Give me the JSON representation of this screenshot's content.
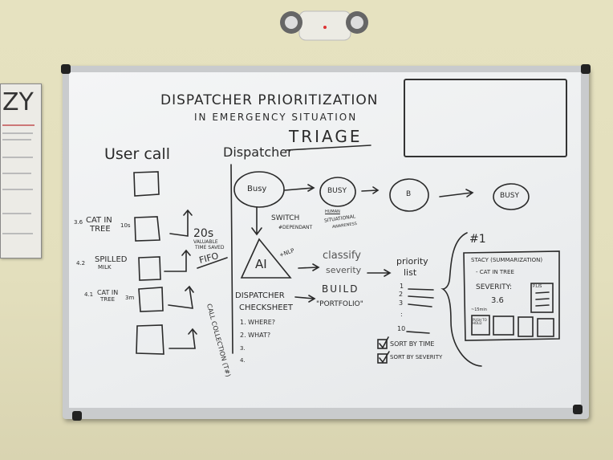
{
  "poster": {
    "title": "ZY"
  },
  "board": {
    "title_line1": "DISPATCHER PRIORITIZATION",
    "title_line2": "IN EMERGENCY SITUATION",
    "triage": "TRIAGE",
    "user_call": "User call",
    "dispatcher": "Dispatcher",
    "calls": [
      {
        "score": "3.6",
        "label_line1": "CAT IN",
        "label_line2": "TREE",
        "time": "10s"
      },
      {
        "score": "4.2",
        "label_line1": "SPILLED",
        "label_line2": "MILK",
        "time": ""
      },
      {
        "score": "4.1",
        "label_line1": "CAT IN",
        "label_line2": "TREE",
        "time": "3m"
      }
    ],
    "time_saved": {
      "value": "20s",
      "line1": "VALUABLE",
      "line2": "TIME SAVED"
    },
    "fifo": "FIFO",
    "call_collection": "CALL COLLECTION (T#)",
    "busy_states": [
      "Busy",
      "BUSY",
      "B",
      "BUSY"
    ],
    "switch_note": {
      "line1": "SWITCH",
      "line2": "#DEPENDANT"
    },
    "human_note": {
      "line1": "HUMAN",
      "line2": "SITUATIONAL",
      "line3": "AWARENESS"
    },
    "ai": "AI",
    "nlp": "+NLP",
    "classify": {
      "line1": "classify",
      "line2": "severity"
    },
    "build": {
      "line1": "BUILD",
      "line2": "\"PORTFOLIO\""
    },
    "checksheet": {
      "line1": "DISPATCHER",
      "line2": "CHECKSHEET",
      "items": [
        "1. WHERE?",
        "2. WHAT?",
        "3.",
        "4."
      ]
    },
    "priority_list": {
      "line1": "priority",
      "line2": "list",
      "numbers": [
        "1",
        "2",
        "3",
        ":",
        "10"
      ]
    },
    "sort_options": [
      {
        "label": "SORT BY TIME",
        "checked": true
      },
      {
        "label": "SORT BY SEVERITY",
        "checked": true
      }
    ],
    "card": {
      "rank": "#1",
      "heading": "STACY (SUMMARIZATION)",
      "summary": "- CAT IN TREE",
      "severity_label": "SEVERITY:",
      "severity_value": "3.6",
      "time": "~15min",
      "policy": "P.LIS",
      "slot_label": "PUSH TO HOLD"
    }
  }
}
